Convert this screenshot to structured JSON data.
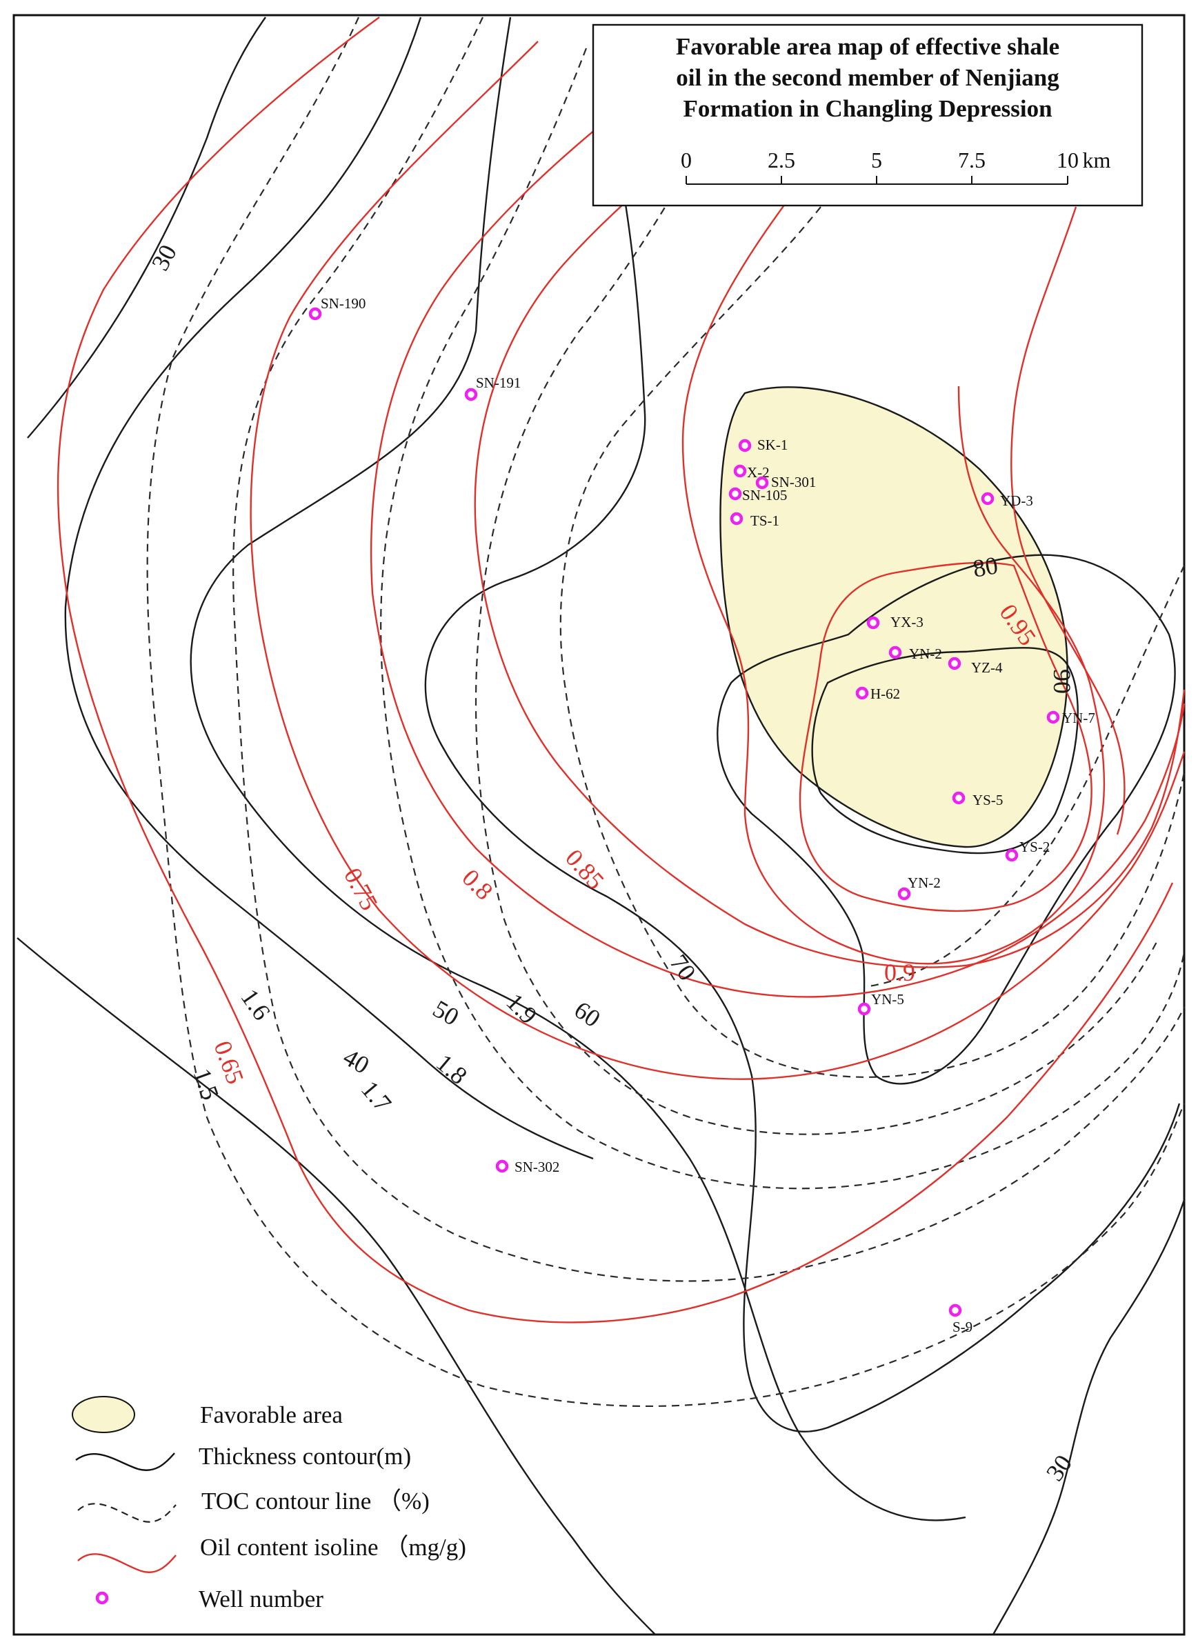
{
  "map": {
    "title_lines": [
      "Favorable area map of effective shale",
      "oil in the second member of Nenjiang",
      "Formation in Changling Depression"
    ],
    "scale": {
      "ticks": [
        "0",
        "2.5",
        "5",
        "7.5",
        "10"
      ],
      "unit": "km"
    },
    "colors": {
      "favorable_fill": "#f8f5cf",
      "oil_line": "#e0302a",
      "thickness_line": "#1a1a1a",
      "well_marker": "#ee22ee"
    },
    "thickness_labels": [
      "30",
      "40",
      "50",
      "60",
      "70",
      "80",
      "90",
      "30"
    ],
    "toc_labels": [
      "1.5",
      "1.6",
      "1.7",
      "1.8",
      "1.9"
    ],
    "oil_labels": [
      "0.65",
      "0.75",
      "0.8",
      "0.85",
      "0.9",
      "0.95"
    ],
    "wells": [
      "SN-190",
      "SN-191",
      "SK-1",
      "X-2",
      "SN-301",
      "SN-105",
      "TS-1",
      "YD-3",
      "YX-3",
      "YN-2",
      "YZ-4",
      "H-62",
      "YN-7",
      "YS-5",
      "YS-2",
      "YN-2",
      "YN-5",
      "SN-302",
      "S-9"
    ],
    "legend": [
      {
        "icon": "favorable-area-swatch",
        "label": "Favorable area"
      },
      {
        "icon": "thickness-line-swatch",
        "label": "Thickness contour(m)"
      },
      {
        "icon": "toc-line-swatch",
        "label": "TOC contour line （%)"
      },
      {
        "icon": "oil-line-swatch",
        "label": "Oil content isoline （mg/g)"
      },
      {
        "icon": "well-marker-icon",
        "label": "Well number"
      }
    ]
  }
}
